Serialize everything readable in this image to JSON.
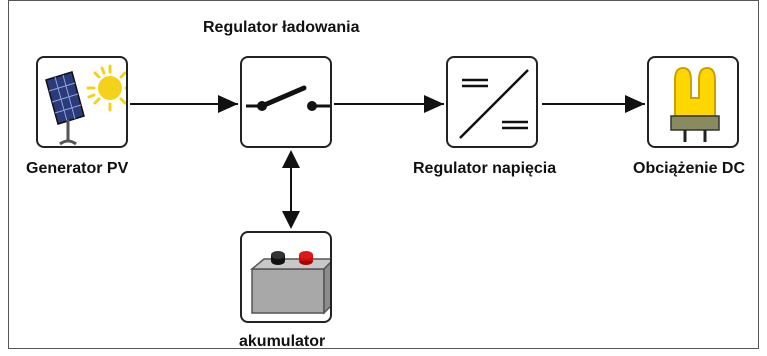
{
  "diagram": {
    "blocks": {
      "pv_generator": {
        "label": "Generator PV",
        "icon": "solar-panel-icon"
      },
      "charge_regulator": {
        "label": "Regulator ładowania",
        "icon": "switch-icon"
      },
      "voltage_regulator": {
        "label": "Regulator napięcia",
        "icon": "converter-icon"
      },
      "dc_load": {
        "label": "Obciążenie DC",
        "icon": "lamp-icon"
      },
      "battery": {
        "label": "akumulator",
        "icon": "battery-icon"
      }
    },
    "connections": [
      {
        "from": "pv_generator",
        "to": "charge_regulator",
        "direction": "forward"
      },
      {
        "from": "charge_regulator",
        "to": "voltage_regulator",
        "direction": "forward"
      },
      {
        "from": "voltage_regulator",
        "to": "dc_load",
        "direction": "forward"
      },
      {
        "from": "charge_regulator",
        "to": "battery",
        "direction": "bidirectional"
      }
    ],
    "colors": {
      "line": "#111111",
      "sun": "#f5d21a",
      "panel": "#2a3a7a",
      "battery_body": "#a8a8a8",
      "terminal_positive": "#e01818",
      "terminal_negative": "#111111",
      "lamp": "#ffd700"
    }
  }
}
